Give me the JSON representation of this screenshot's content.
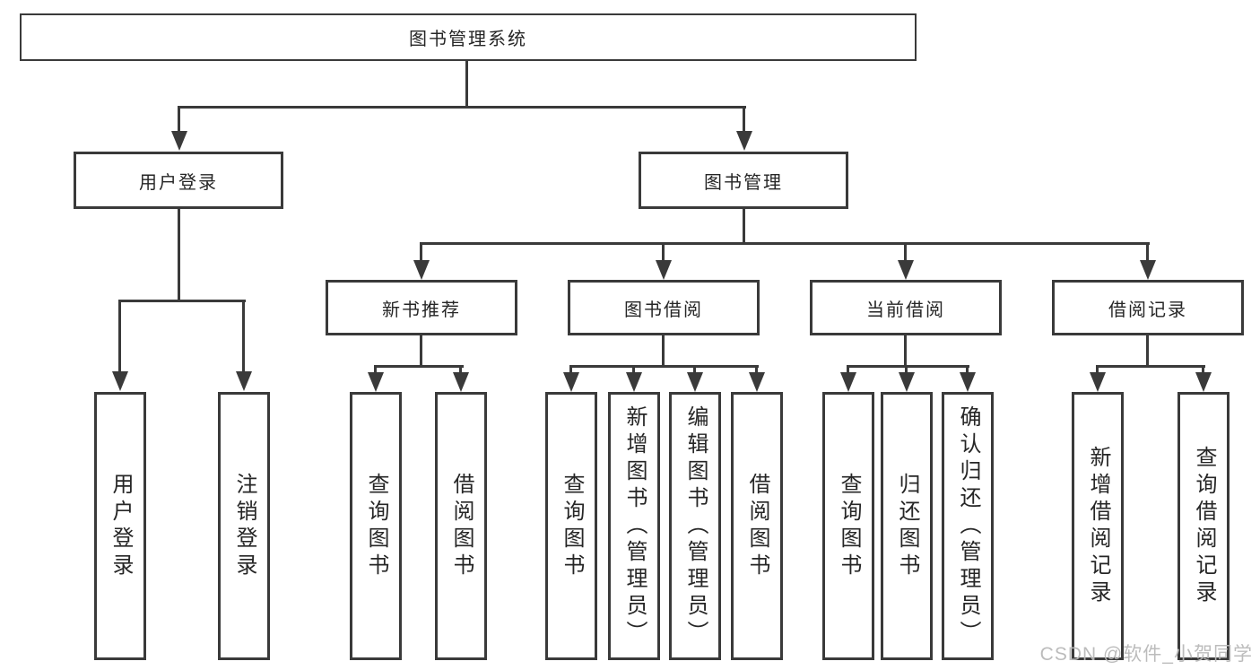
{
  "tree": {
    "root": {
      "label": "图书管理系统",
      "children": [
        {
          "label": "用户登录",
          "children": [
            {
              "label": "用户登录"
            },
            {
              "label": "注销登录"
            }
          ]
        },
        {
          "label": "图书管理",
          "children": [
            {
              "label": "新书推荐",
              "children": [
                {
                  "label": "查询图书"
                },
                {
                  "label": "借阅图书"
                }
              ]
            },
            {
              "label": "图书借阅",
              "children": [
                {
                  "label": "查询图书"
                },
                {
                  "label": "新增图书（管理员）"
                },
                {
                  "label": "编辑图书（管理员）"
                },
                {
                  "label": "借阅图书"
                }
              ]
            },
            {
              "label": "当前借阅",
              "children": [
                {
                  "label": "查询图书"
                },
                {
                  "label": "归还图书"
                },
                {
                  "label": "确认归还（管理员）"
                }
              ]
            },
            {
              "label": "借阅记录",
              "children": [
                {
                  "label": "新增借阅记录"
                },
                {
                  "label": "查询借阅记录"
                }
              ]
            }
          ]
        }
      ]
    }
  },
  "watermark": {
    "text": "CSDN @软件_小贺同学"
  },
  "colors": {
    "stroke": "#3a3a3a",
    "box_fill": "#ffffff",
    "text": "#262626",
    "watermark": "#b9b9b9",
    "background": "#ffffff"
  }
}
